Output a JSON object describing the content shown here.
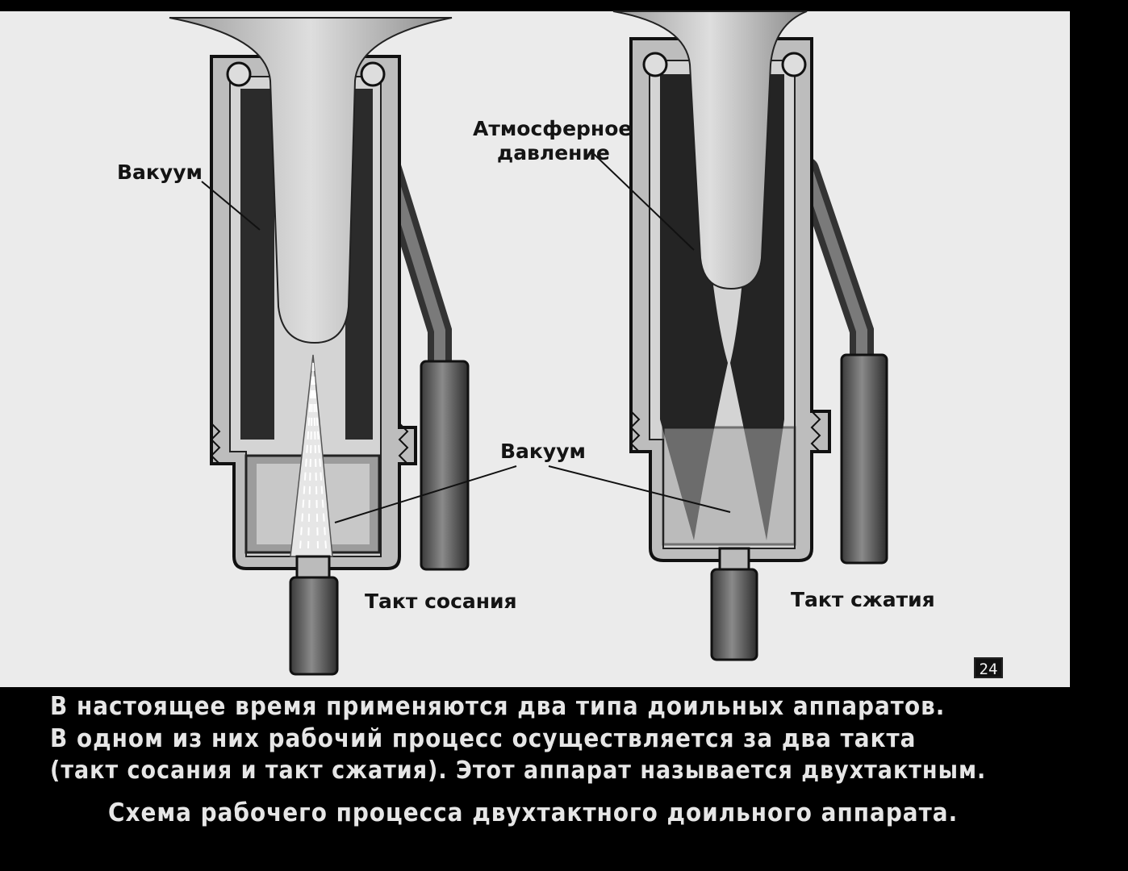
{
  "labels": {
    "vacuum_top": "Вакуум",
    "atmospheric": [
      "Атмосферное",
      "давление"
    ],
    "vacuum_mid": "Вакуум",
    "suction": "Такт сосания",
    "compression": "Такт сжатия"
  },
  "page_number": "24",
  "caption": {
    "lines": [
      "В настоящее время применяются два типа доильных аппаратов.",
      "В одном из них рабочий процесс осуществляется за два такта",
      "(такт сосания и такт сжатия). Этот аппарат называется двухтактным."
    ],
    "title": "Схема рабочего процесса двухтактного доильного аппарата."
  }
}
